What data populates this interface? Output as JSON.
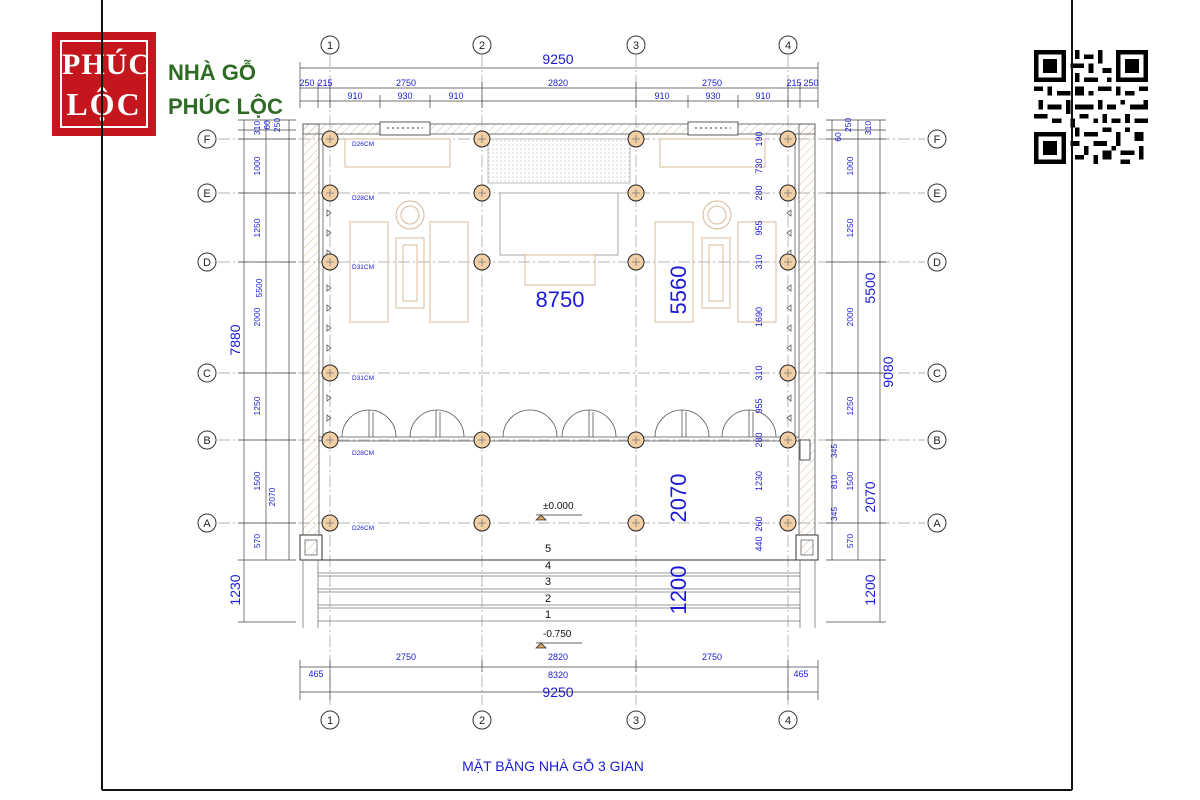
{
  "logo": {
    "line1": "PHÚC",
    "line2": "LỘC",
    "brand_line1": "NHÀ GỖ",
    "brand_line2": "PHÚC LỘC"
  },
  "title": "MẶT BẰNG NHÀ GỖ 3 GIAN",
  "grid": {
    "columns": [
      "1",
      "2",
      "3",
      "4"
    ],
    "rows": [
      "F",
      "E",
      "D",
      "C",
      "B",
      "A"
    ]
  },
  "dims": {
    "top_total": "9250",
    "bottom_total": "9250",
    "top_row1": [
      "250",
      "215",
      "2750",
      "2820",
      "2750",
      "215",
      "250"
    ],
    "top_row2": [
      "910",
      "930",
      "910",
      "910",
      "930",
      "910"
    ],
    "bottom_row1": [
      "465",
      "2750",
      "2820",
      "2750",
      "465"
    ],
    "bottom_mid": "8320",
    "left_total": "7880",
    "left_stair": "1230",
    "left_outer_mid": "5500",
    "left_outer_low": "2070",
    "left_seg": [
      "310",
      "60",
      "250",
      "1000",
      "1250",
      "2000",
      "1250",
      "1500",
      "570"
    ],
    "right_total": "9080",
    "right_outer_mid": "5500",
    "right_outer_low": "2070",
    "right_stair": "1200",
    "right_seg": [
      "250",
      "60",
      "310",
      "1000",
      "1250",
      "2000",
      "1250",
      "1500",
      "570"
    ],
    "right_small": [
      "345",
      "810",
      "345"
    ],
    "inner_right": [
      "190",
      "730",
      "280",
      "955",
      "310",
      "1690",
      "310",
      "955",
      "280",
      "1230",
      "440",
      "260"
    ],
    "center_width": "8750",
    "center_depth": "5560",
    "center_front": "2070",
    "center_stair": "1200"
  },
  "columns_labels": [
    "D26CM",
    "D28CM",
    "D31CM",
    "D31CM",
    "D28CM",
    "D26CM"
  ],
  "levels": {
    "floor": "±0.000",
    "ground": "-0.750"
  },
  "steps": [
    "5",
    "4",
    "3",
    "2",
    "1"
  ],
  "colors": {
    "dimension": "#1a1ad6",
    "grid": "#777777",
    "brand_red": "#c4161c",
    "brand_green": "#2f6b25"
  }
}
